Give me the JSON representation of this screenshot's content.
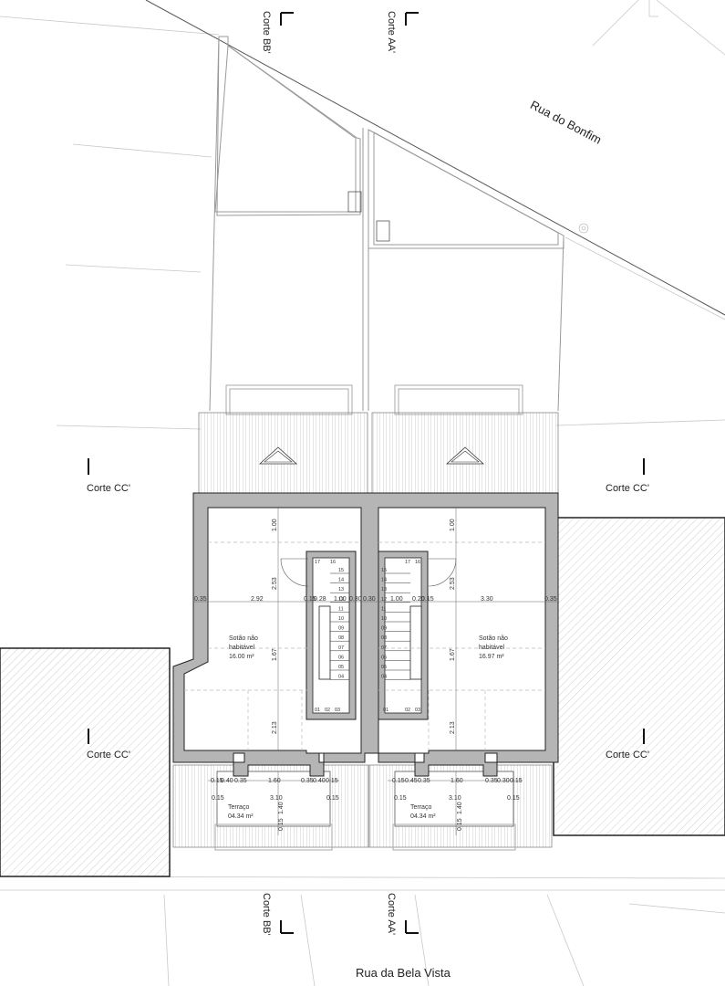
{
  "streets": {
    "top": "Rua do Bonfim",
    "bottom": "Rua da Bela Vista"
  },
  "section_cuts": {
    "aa": "Corte AA'",
    "bb": "Corte BB'",
    "cc": "Corte CC'"
  },
  "rooms": {
    "left": {
      "line1": "Sotão não",
      "line2": "habitável",
      "area": "16.00 m²"
    },
    "right": {
      "line1": "Sotão não",
      "line2": "habitável",
      "area": "16.97 m²"
    }
  },
  "terraces": {
    "left": {
      "label": "Terraço",
      "area": "04.34 m²"
    },
    "right": {
      "label": "Terraço",
      "area": "04.34 m²"
    }
  },
  "dimensions": {
    "left_width": "2.92",
    "right_width": "3.30",
    "stair_width": "1.00",
    "wall": "0.35",
    "wall_inner": "0.30",
    "gap_a": "0.15",
    "gap_b": "0.28",
    "gap_c": "0.20",
    "depth_top": "1.00",
    "depth_2": "2.53",
    "depth_3": "1.67",
    "depth_4": "2.13",
    "terrace_width": "3.10",
    "terrace_depth": "1.40",
    "terrace_front": "1.60",
    "t_015": "0.15",
    "t_040": "0.40",
    "t_035": "0.35",
    "t_045": "0.45",
    "t_030": "0.30"
  },
  "stair_steps_left_col": [
    "15",
    "14",
    "13",
    "12",
    "11",
    "10",
    "09",
    "08",
    "07",
    "06",
    "05",
    "04"
  ],
  "stair_steps_top": [
    "17",
    "16"
  ],
  "stair_steps_bottom": [
    "01",
    "02",
    "03"
  ]
}
